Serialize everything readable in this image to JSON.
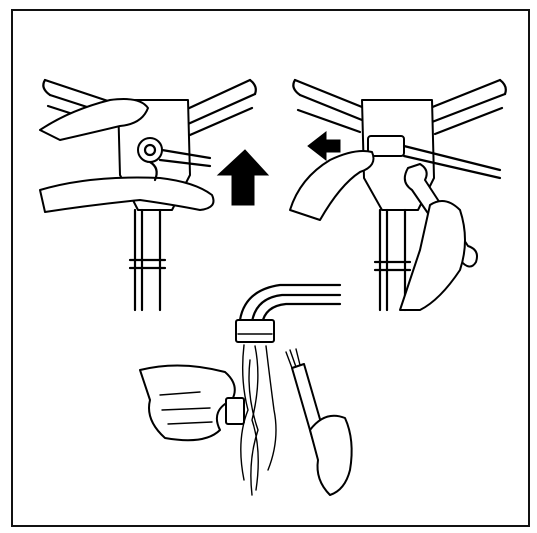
{
  "illustration": {
    "panels": [
      "left-panel",
      "right-panel",
      "bottom-panel"
    ],
    "colors": {
      "ink": "#000000",
      "paper": "#ffffff"
    },
    "icons": [
      "arrow-up-icon",
      "arrow-left-icon"
    ]
  }
}
